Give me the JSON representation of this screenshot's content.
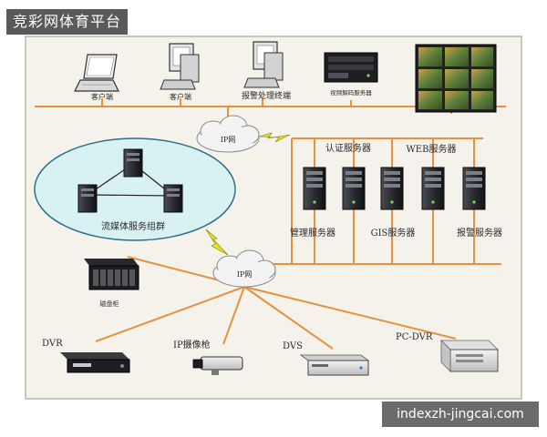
{
  "banner": {
    "title": "竞彩网体育平台"
  },
  "watermark": {
    "text": "indexzh-jingcai.com"
  },
  "colors": {
    "frame_bg": "#f4f2ea",
    "frame_border": "#b9b6aa",
    "network_line": "#e6913f",
    "cluster_fill": "#d8f1f2",
    "cloud_fill": "#f3f3f3",
    "lightning": "#e7e41a",
    "device_dark": "#1e1e22",
    "device_light": "#dcdcdc"
  },
  "nodes": {
    "client_1": {
      "label": "客户端",
      "icon": "laptop-icon"
    },
    "client_2": {
      "label": "客户端",
      "icon": "desktop-computer-icon"
    },
    "alarm_terminal": {
      "label": "报警处理终端",
      "icon": "desktop-computer-icon"
    },
    "video_decoder": {
      "label": "视频解码服务器",
      "icon": "rack-server-icon"
    },
    "video_wall": {
      "label": "",
      "icon": "video-wall-icon"
    },
    "ip_net_top": {
      "label": "IP网",
      "icon": "cloud-icon"
    },
    "ip_net_bottom": {
      "label": "IP网",
      "icon": "cloud-icon"
    },
    "streaming_cluster": {
      "label": "流媒体服务组群",
      "icon": "server-cluster-icon"
    },
    "disk_array": {
      "label": "磁盘柜",
      "icon": "disk-array-icon"
    },
    "auth_server": {
      "label": "认证服务器",
      "icon": "tower-server-icon"
    },
    "web_server": {
      "label": "WEB服务器",
      "icon": "tower-server-icon"
    },
    "mgmt_server": {
      "label": "管理服务器",
      "icon": "tower-server-icon"
    },
    "gis_server": {
      "label": "GIS服务器",
      "icon": "tower-server-icon"
    },
    "alarm_server": {
      "label": "报警服务器",
      "icon": "tower-server-icon"
    },
    "dvr": {
      "label": "DVR",
      "icon": "dvr-icon"
    },
    "ip_camera": {
      "label": "IP摄像枪",
      "icon": "ip-camera-icon"
    },
    "dvs": {
      "label": "DVS",
      "icon": "dvs-icon"
    },
    "pc_dvr": {
      "label": "PC-DVR",
      "icon": "pc-dvr-icon"
    }
  }
}
